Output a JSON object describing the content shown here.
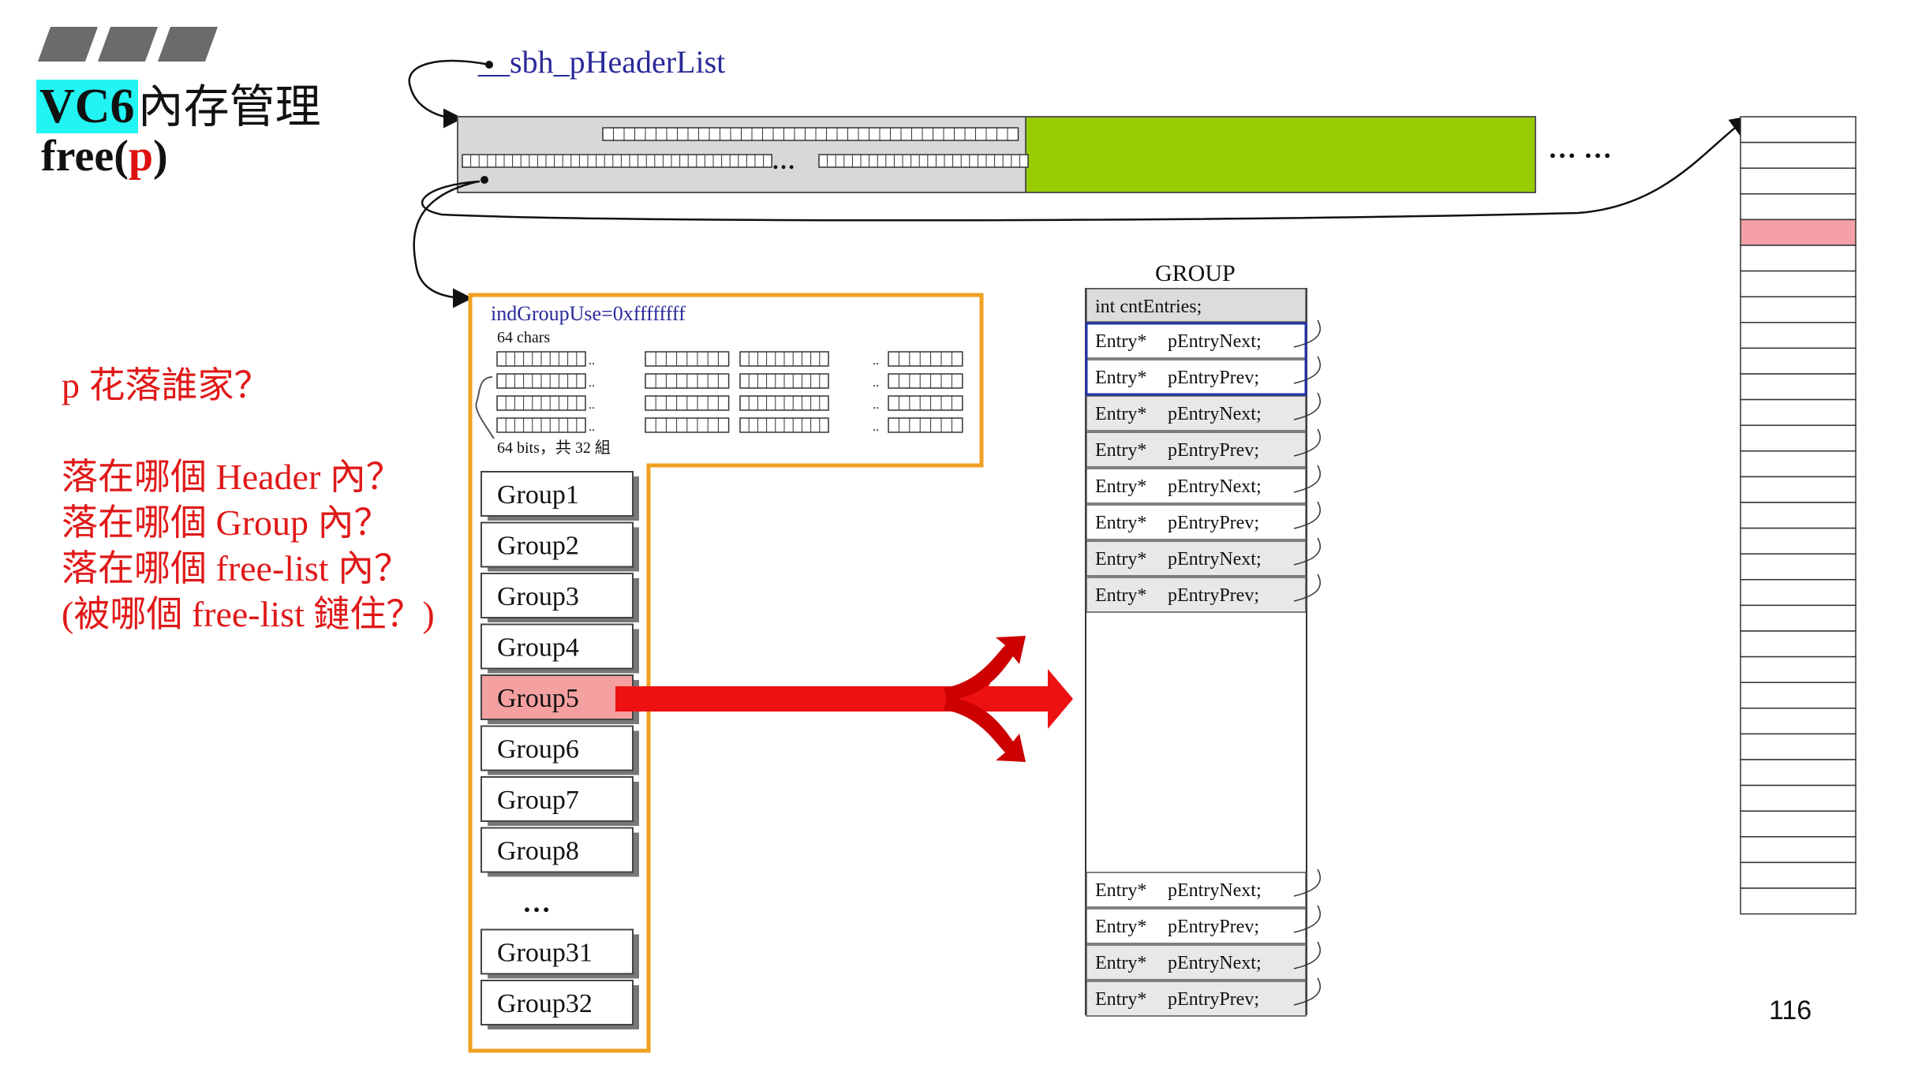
{
  "slide": {
    "title_prefix": "VC6",
    "title_suffix": "內存管理",
    "subtitle_func": "free(",
    "subtitle_arg": "p",
    "subtitle_close": ")",
    "page_number": "116"
  },
  "questions": [
    "p 花落誰家？",
    "落在哪個 Header 內？",
    "落在哪個 Group 內？",
    "落在哪個 free-list 內？",
    "(被哪個 free-list 鏈住？)"
  ],
  "header_list": {
    "label": "__sbh_pHeaderList",
    "ellipsis_inner": "…",
    "ellipsis_outer": "… …",
    "colors": {
      "header_bg": "#d8d8d8",
      "region_green": "#99cc00"
    }
  },
  "region": {
    "ind_group_use": "indGroupUse=0xffffffff",
    "chars_label": "64 chars",
    "bits_label": "64 bits，共 32 組",
    "border_color": "#f0a020"
  },
  "groups": {
    "items": [
      "Group1",
      "Group2",
      "Group3",
      "Group4",
      "Group5",
      "Group6",
      "Group7",
      "Group8"
    ],
    "ellipsis": "…",
    "tail": [
      "Group31",
      "Group32"
    ],
    "highlighted": "Group5",
    "highlight_color": "#f4a0a0"
  },
  "group_struct": {
    "title": "GROUP",
    "cnt_entries": "int  cntEntries;",
    "entry_type": "Entry*",
    "next_field": "pEntryNext;",
    "prev_field": "pEntryPrev;"
  },
  "arrow": {
    "color": "#ee1111"
  },
  "page_column": {
    "highlight_color": "#f5a0a8"
  }
}
